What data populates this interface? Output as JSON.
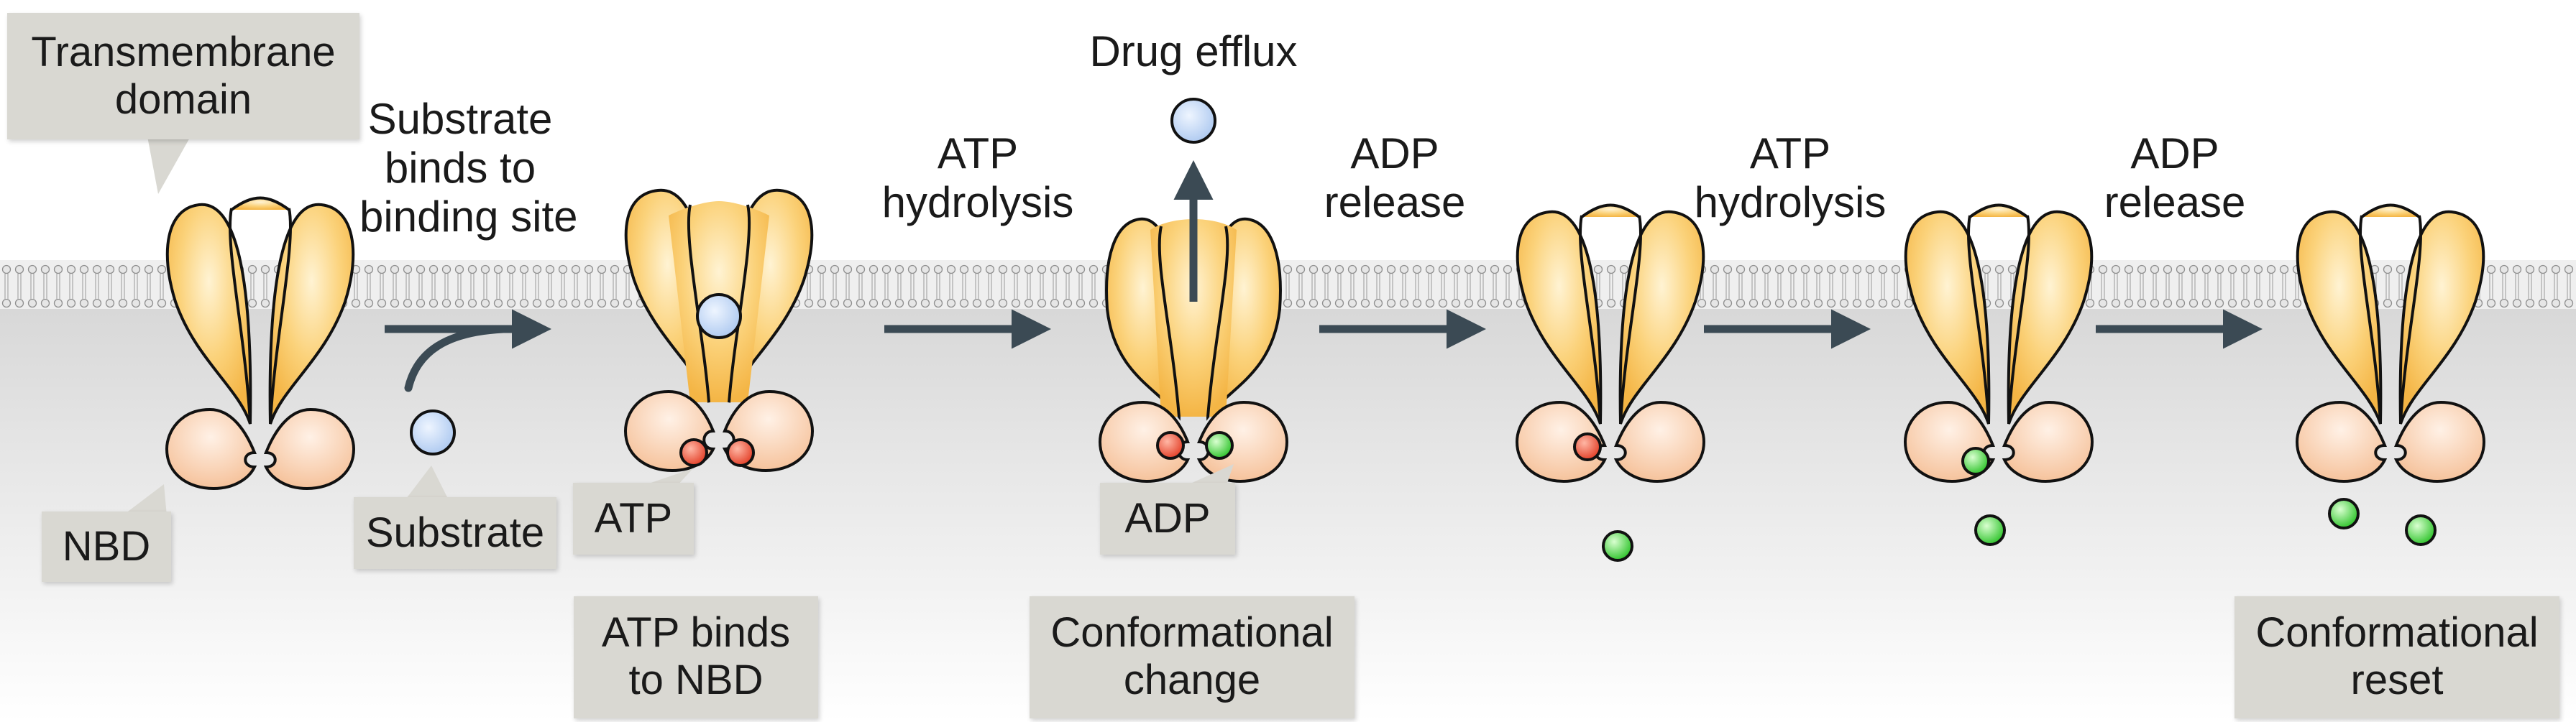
{
  "diagram": {
    "callouts": {
      "transmembrane_domain": [
        "Transmembrane",
        "domain"
      ],
      "nbd": "NBD",
      "substrate": "Substrate",
      "atp": "ATP",
      "adp": "ADP"
    },
    "steps": {
      "substrate_binds": [
        "Substrate",
        "binds to",
        "binding site"
      ],
      "atp_hydrolysis_1": [
        "ATP",
        "hydrolysis"
      ],
      "drug_efflux": "Drug efflux",
      "adp_release_1": [
        "ADP",
        "release"
      ],
      "atp_hydrolysis_2": [
        "ATP",
        "hydrolysis"
      ],
      "adp_release_2": [
        "ADP",
        "release"
      ]
    },
    "captions": {
      "atp_binds": [
        "ATP binds",
        "to NBD"
      ],
      "conformational_change": [
        "Conformational",
        "change"
      ],
      "conformational_reset": [
        "Conformational",
        "reset"
      ]
    },
    "colors": {
      "protein": "#f7be4f",
      "protein_light": "#fde7b1",
      "nbd": "#f8c9a5",
      "outline": "#111111",
      "arrow": "#3b4a54",
      "atp": "#e8402b",
      "adp": "#3ccf3a",
      "substrate": "#c9dcf7",
      "callout_box": "#d9d8d2",
      "membrane": "#d2d2d2"
    }
  }
}
